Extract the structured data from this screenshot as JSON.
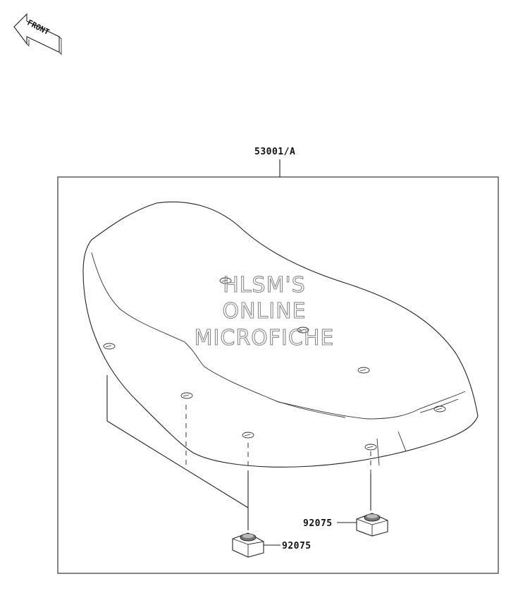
{
  "front_indicator": {
    "label": "FRONT"
  },
  "assembly": {
    "part_number": "53001/A"
  },
  "grommets": [
    {
      "part_number": "92075"
    },
    {
      "part_number": "92075"
    }
  ],
  "watermark": {
    "line1": "HLSM'S",
    "line2": "ONLINE",
    "line3": "MICROFICHE"
  }
}
